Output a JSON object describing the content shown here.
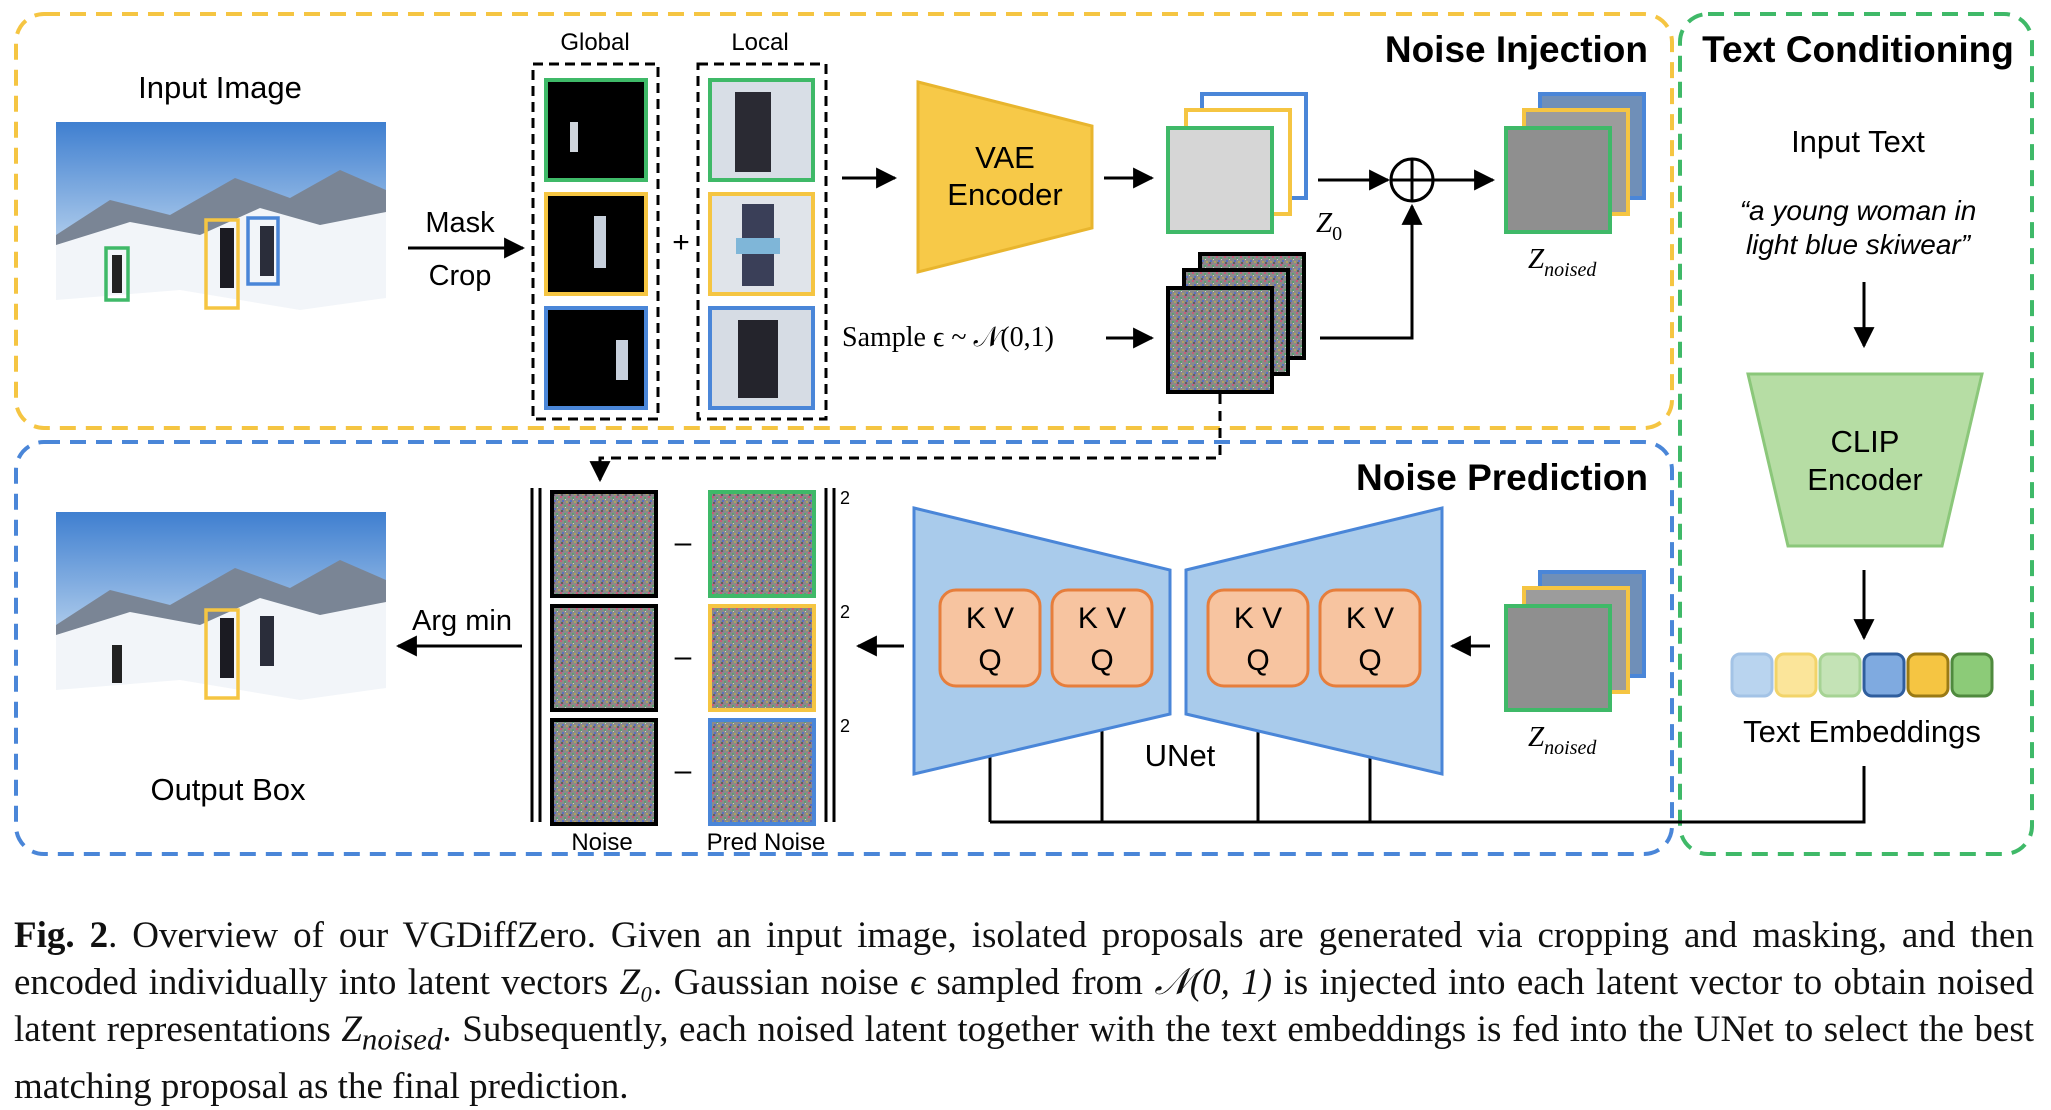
{
  "sections": {
    "noise_injection": "Noise Injection",
    "text_conditioning": "Text Conditioning",
    "noise_prediction": "Noise Prediction"
  },
  "labels": {
    "input_image": "Input Image",
    "global": "Global",
    "local": "Local",
    "mask": "Mask",
    "crop": "Crop",
    "plus": "+",
    "vae_line1": "VAE",
    "vae_line2": "Encoder",
    "z0_base": "Z",
    "z0_sub": "0",
    "znoised_base": "Z",
    "znoised_sub": "noised",
    "sample": "Sample ϵ ~ 𝒩(0,1)",
    "input_text": "Input Text",
    "quote_line1": "“a young woman in",
    "quote_line2": "light blue skiwear”",
    "clip_line1": "CLIP",
    "clip_line2": "Encoder",
    "text_embeddings": "Text Embeddings",
    "output_box": "Output Box",
    "arg_min": "Arg min",
    "noise": "Noise",
    "pred_noise": "Pred Noise",
    "unet": "UNet",
    "kv": "K V",
    "q": "Q",
    "minus": "–",
    "squared": "2"
  },
  "caption": {
    "fig": "Fig. 2",
    "text_a": ". Overview of our VGDiffZero. Given an input image, isolated proposals are generated via cropping and masking, and then encoded individually into latent vectors ",
    "z0": "Z₀",
    "text_b": ". Gaussian noise ",
    "eps": "ϵ",
    "text_c": " sampled from ",
    "normal": "𝒩(0, 1)",
    "text_d": " is injected into each latent vector to obtain noised latent representations ",
    "znoised": "Z",
    "znoised_sub": "noised",
    "text_e": ". Subsequently, each noised latent together with the text embeddings is fed into the UNet to select the best matching proposal as the final prediction."
  },
  "colors": {
    "yellow": "#F5C542",
    "blue": "#4A86D8",
    "green": "#3FB968",
    "unet_fill": "#A9CBEB",
    "kvq_fill": "#F7C4A0",
    "clip_fill": "#B6DDA4"
  }
}
